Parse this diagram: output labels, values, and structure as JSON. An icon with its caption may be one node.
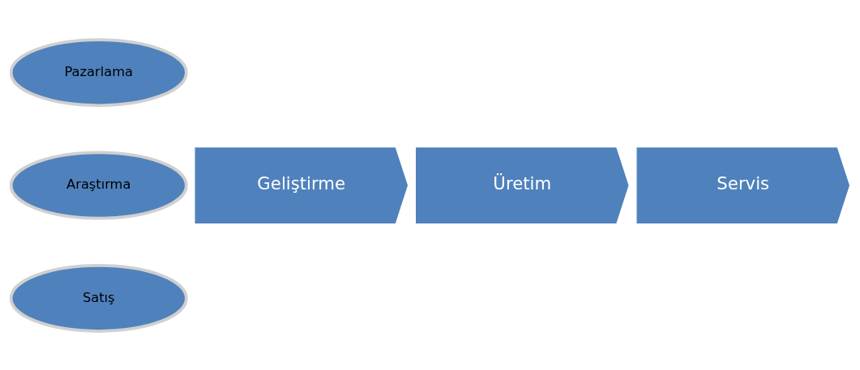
{
  "diagram": {
    "nodes": [
      {
        "text": [
          "Pazarlama"
        ]
      },
      {
        "text": [
          "Araştırma"
        ]
      },
      {
        "text": [
          "Geliştirme"
        ]
      },
      {
        "text": [
          "Üretim"
        ]
      },
      {
        "text": [
          "Servis"
        ]
      },
      {
        "text": [
          "Satış"
        ]
      }
    ],
    "edges": []
  }
}
